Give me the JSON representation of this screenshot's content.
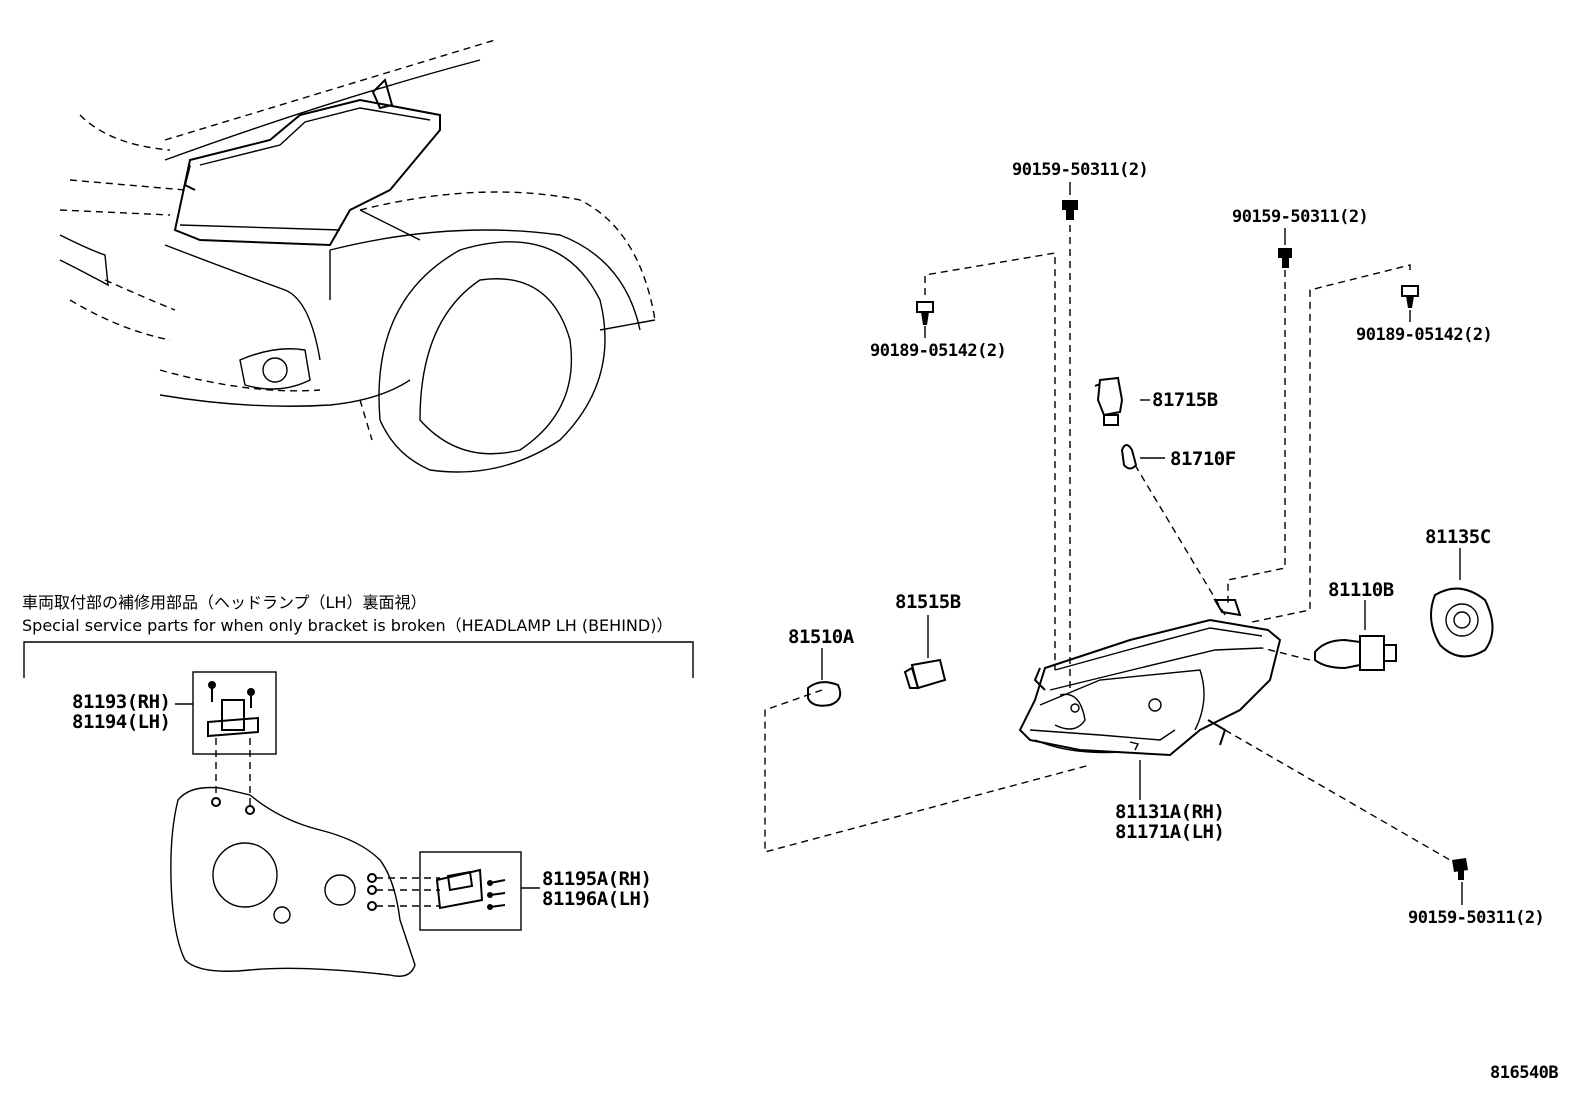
{
  "diagram_id": "816540B",
  "note": {
    "jp": "車両取付部の補修用部品（ヘッドランプ（LH）裏面視）",
    "en": "Special service parts for when only bracket is broken（HEADLAMP LH (BEHIND)）"
  },
  "labels": {
    "p90159_top": "90159-50311(2)",
    "p90159_top2": "90159-50311(2)",
    "p90189_left": "90189-05142(2)",
    "p90189_right": "90189-05142(2)",
    "p81715B": "81715B",
    "p81710F": "81710F",
    "p81135C": "81135C",
    "p81110B": "81110B",
    "p81515B": "81515B",
    "p81510A": "81510A",
    "p81131A": "81131A(RH)",
    "p81171A": "81171A(LH)",
    "p90159_bottom": "90159-50311(2)",
    "p81193": "81193(RH)",
    "p81194": "81194(LH)",
    "p81195A": "81195A(RH)",
    "p81196A": "81196A(LH)"
  },
  "icons": [
    "car-front-sketch",
    "headlamp-assembly",
    "bulb",
    "socket",
    "screw",
    "clip",
    "bracket"
  ]
}
